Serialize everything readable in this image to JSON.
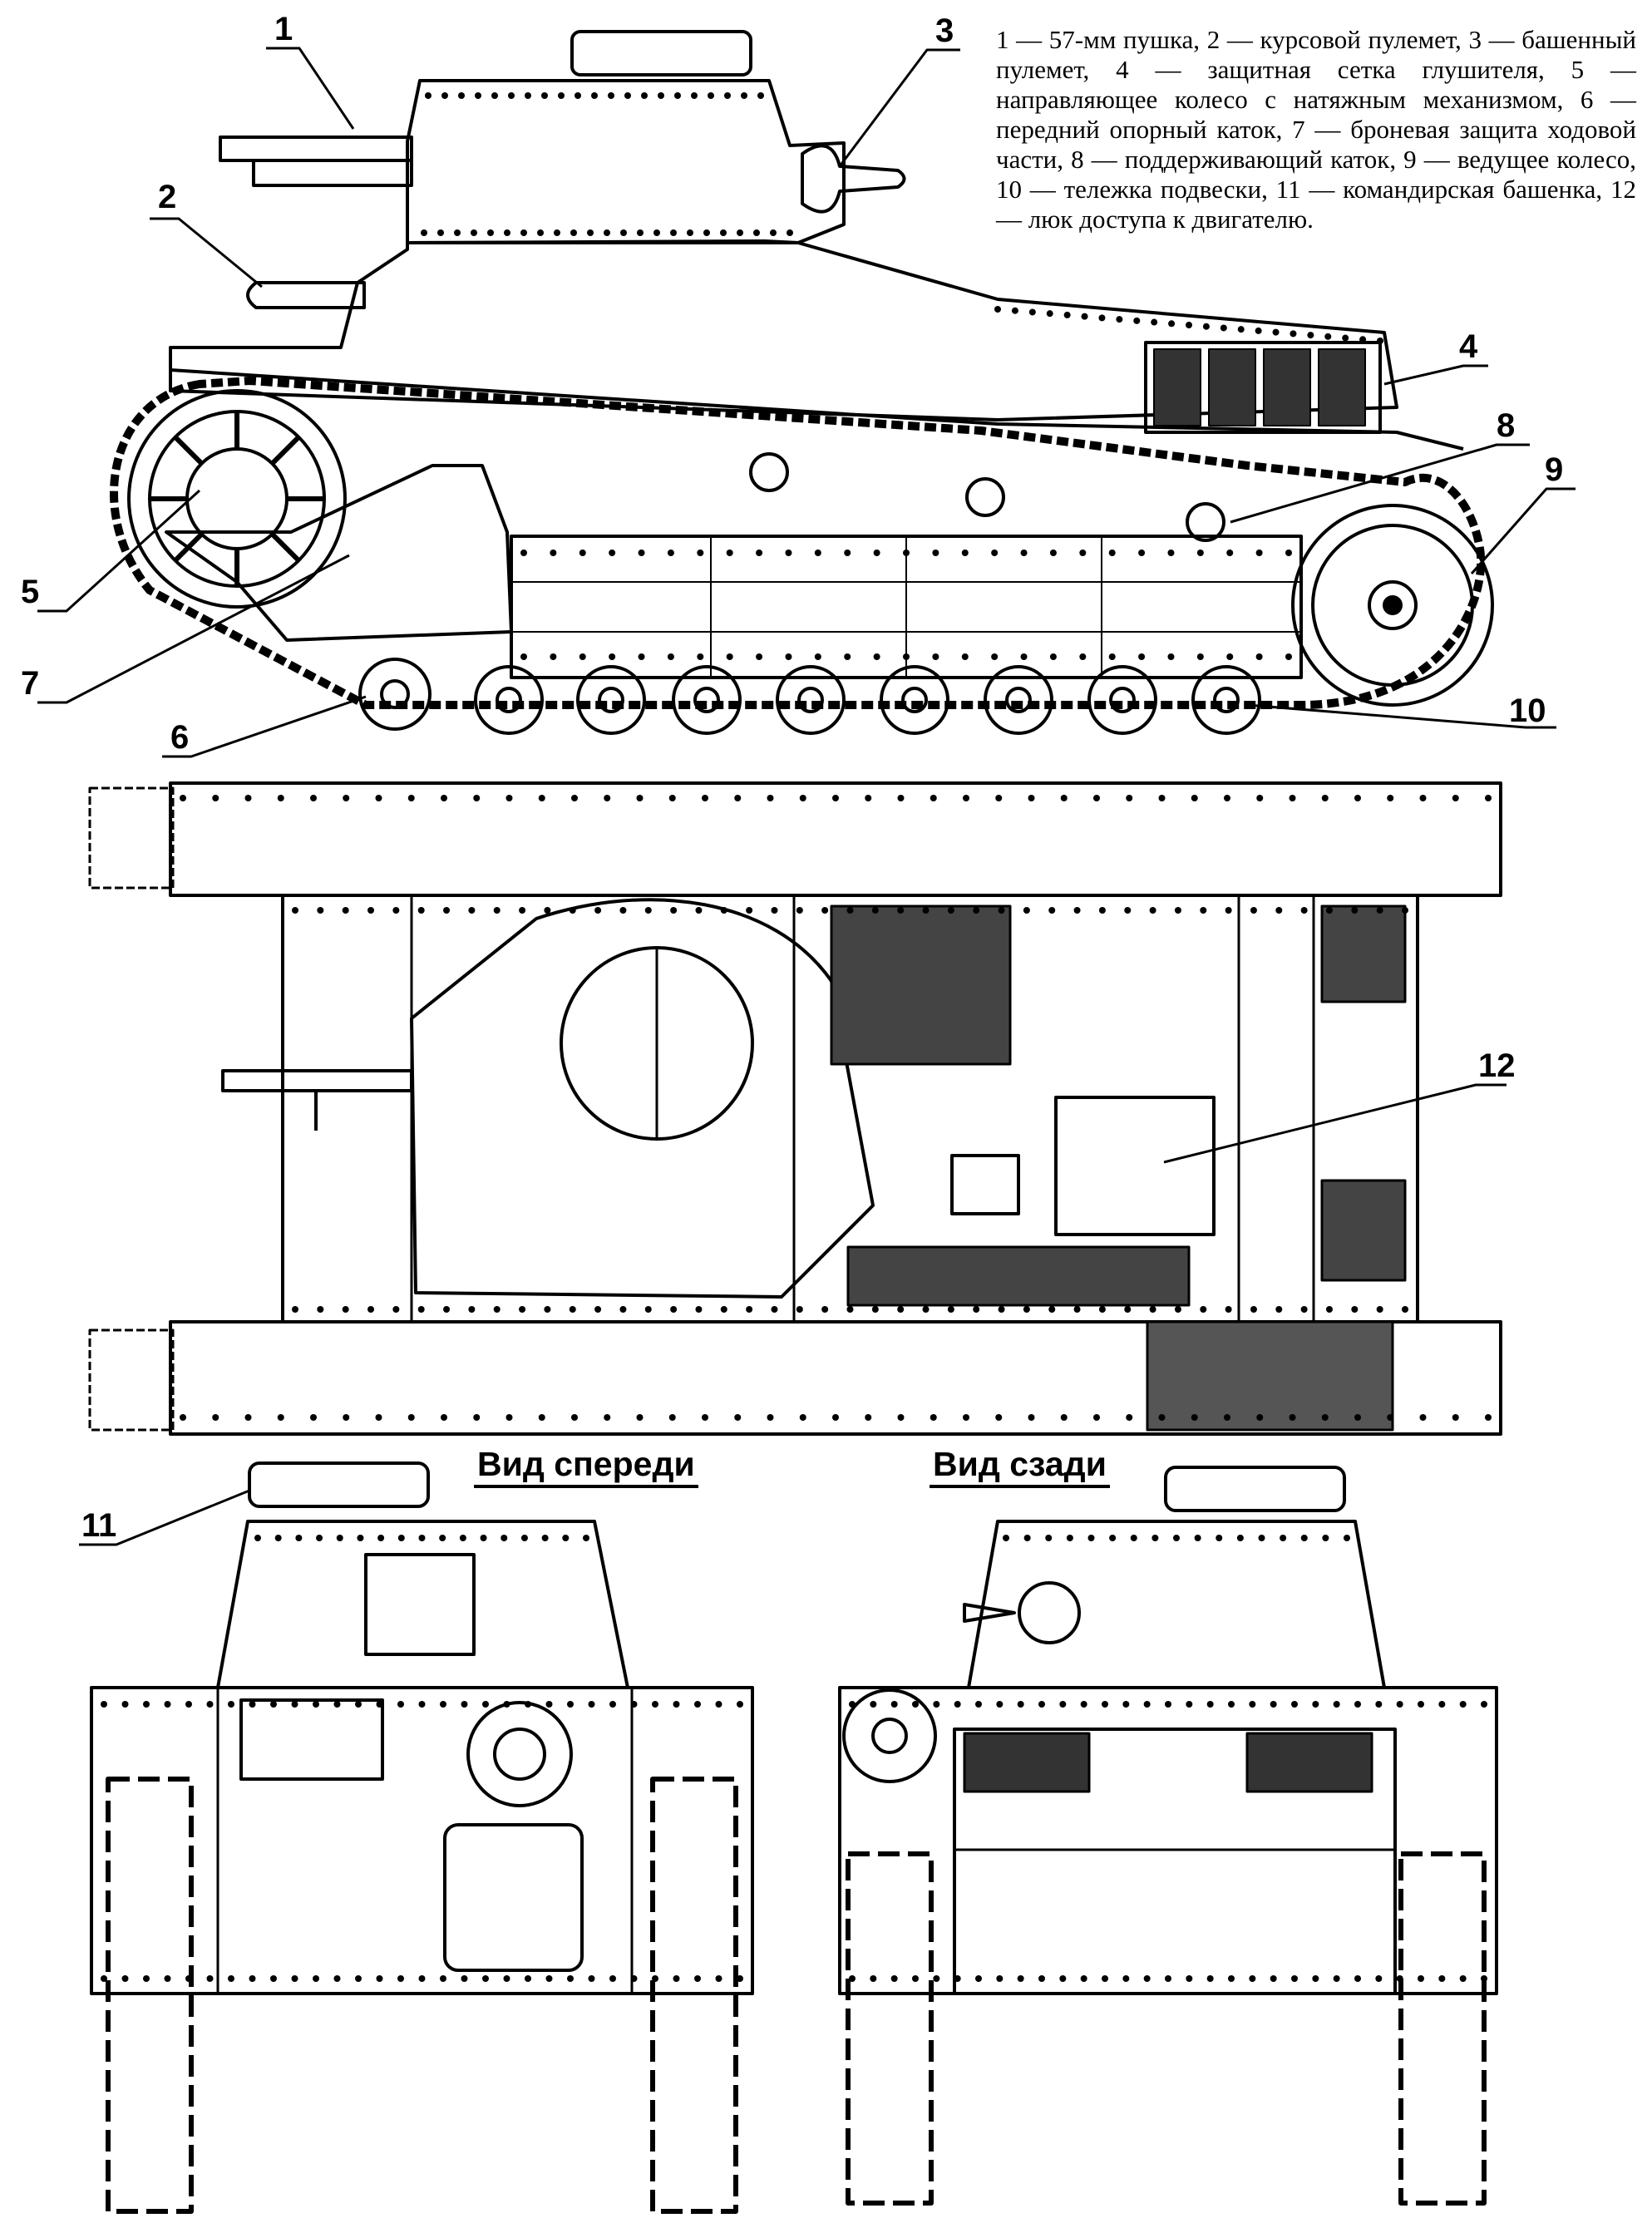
{
  "legend": {
    "text": "1 — 57-мм пушка, 2 — курсовой пулемет, 3 — башенный пулемет, 4 — защитная сетка глушителя, 5 — направляющее колесо с натяжным механизмом, 6 — передний опорный каток, 7 — броневая защита ходовой части, 8 — поддерживающий каток, 9 — ведущее колесо, 10 — тележка подвески, 11 — командирская башенка, 12 — люк доступа к двигателю."
  },
  "views": {
    "front_title": "Вид спереди",
    "rear_title": "Вид сзади"
  },
  "callouts": [
    "1",
    "2",
    "3",
    "4",
    "5",
    "6",
    "7",
    "8",
    "9",
    "10",
    "11",
    "12"
  ]
}
